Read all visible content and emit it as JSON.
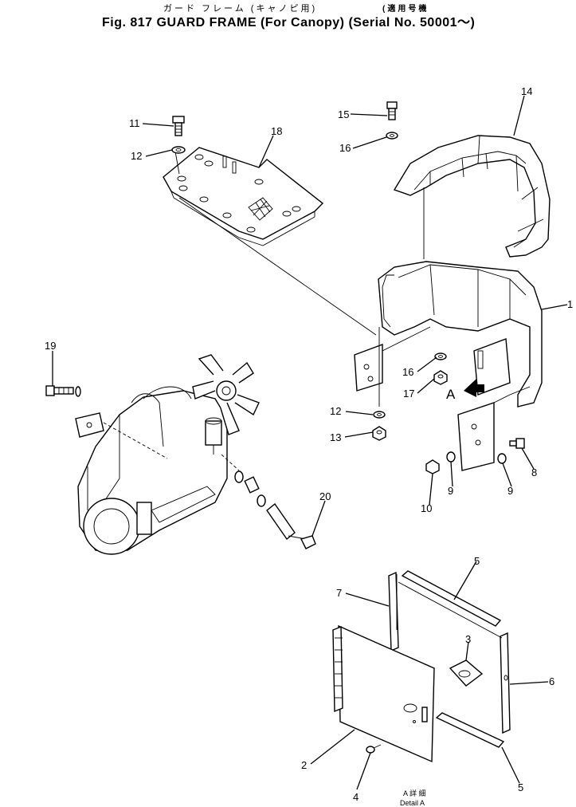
{
  "header": {
    "jp_title": "ガード フレーム (キャノピ用)",
    "jp_serial": "(適用号機",
    "main_title": "Fig. 817 GUARD FRAME (For Canopy) (Serial No. 50001～)"
  },
  "detail": {
    "jp": "A 詳 細",
    "en": "Detail A",
    "view_marker": "A"
  },
  "callouts": [
    "1",
    "2",
    "3",
    "4",
    "5",
    "5",
    "6",
    "7",
    "8",
    "9",
    "9",
    "10",
    "11",
    "12",
    "12",
    "13",
    "14",
    "15",
    "16",
    "16",
    "17",
    "18",
    "19",
    "20"
  ]
}
